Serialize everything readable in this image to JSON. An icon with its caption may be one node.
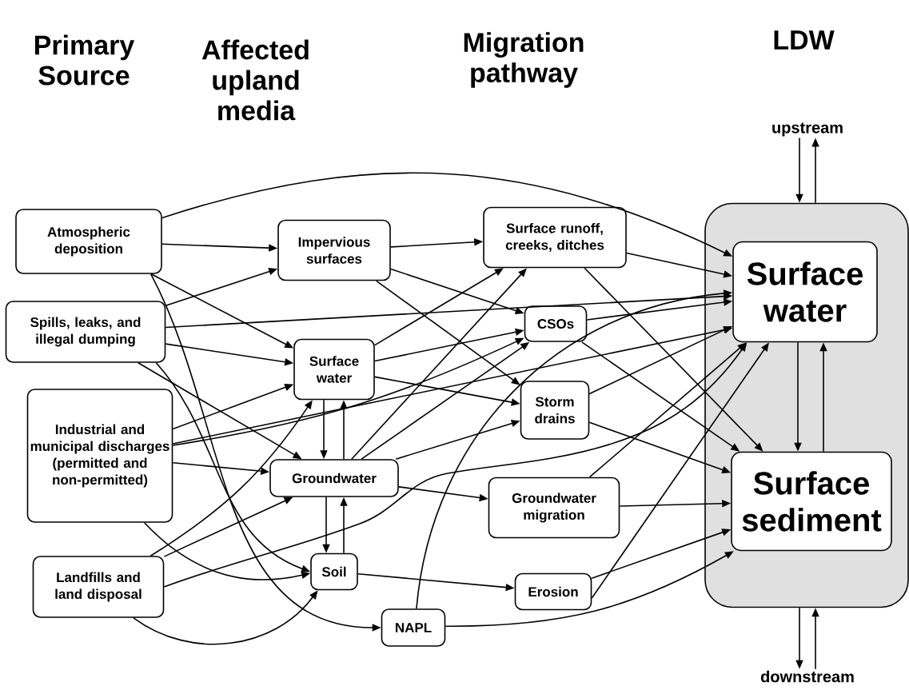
{
  "diagram": {
    "nodes": [
      {
        "text": [
          "Atmospheric deposition"
        ]
      },
      {
        "text": [
          "Spills, leaks, and illegal dumping"
        ]
      },
      {
        "text": [
          "Industrial and municipal discharges (permitted and non-permitted)"
        ]
      },
      {
        "text": [
          "Landfills and land disposal"
        ]
      },
      {
        "text": [
          "Impervious surfaces"
        ]
      },
      {
        "text": [
          "Surface water"
        ]
      },
      {
        "text": [
          "Groundwater"
        ]
      },
      {
        "text": [
          "Soil"
        ]
      },
      {
        "text": [
          "NAPL"
        ]
      },
      {
        "text": [
          "Surface runoff, creeks, ditches"
        ]
      },
      {
        "text": [
          "CSOs"
        ]
      },
      {
        "text": [
          "Storm drains"
        ]
      },
      {
        "text": [
          "Groundwater migration"
        ]
      },
      {
        "text": [
          "Erosion"
        ]
      },
      {
        "text": [],
        "shape": "box"
      },
      {
        "text": [
          "Surface water"
        ],
        "in": 14
      },
      {
        "text": [
          "Surface sediment"
        ],
        "in": 14
      },
      {
        "text": [
          "upstream"
        ]
      },
      {
        "text": [
          "downstream"
        ]
      }
    ],
    "edges": [
      {
        "from": 0,
        "to": 15,
        "arrow": "to"
      },
      {
        "from": 0,
        "to": 4,
        "arrow": "to"
      },
      {
        "from": 0,
        "to": 5,
        "arrow": "to"
      },
      {
        "from": 0,
        "to": 8,
        "arrow": "to"
      },
      {
        "from": 1,
        "to": 4,
        "arrow": "to"
      },
      {
        "from": 1,
        "to": 15,
        "arrow": "to"
      },
      {
        "from": 1,
        "to": 5,
        "arrow": "to"
      },
      {
        "from": 1,
        "to": 6,
        "arrow": "to"
      },
      {
        "from": 1,
        "to": 7,
        "arrow": "to"
      },
      {
        "from": 2,
        "to": 5,
        "arrow": "to"
      },
      {
        "from": 2,
        "to": 10,
        "arrow": "to"
      },
      {
        "from": 2,
        "to": 15,
        "arrow": "to"
      },
      {
        "from": 2,
        "to": 6,
        "arrow": "to"
      },
      {
        "from": 2,
        "to": 7,
        "arrow": "to"
      },
      {
        "from": 3,
        "to": 5,
        "arrow": "to"
      },
      {
        "from": 3,
        "to": 6,
        "arrow": "to"
      },
      {
        "from": 3,
        "to": 15,
        "arrow": "to"
      },
      {
        "from": 3,
        "to": 7,
        "arrow": "to"
      },
      {
        "from": 4,
        "to": 9,
        "arrow": "to"
      },
      {
        "from": 4,
        "to": 10,
        "arrow": "to"
      },
      {
        "from": 4,
        "to": 11,
        "arrow": "to"
      },
      {
        "from": 5,
        "to": 9,
        "arrow": "to"
      },
      {
        "from": 5,
        "to": 10,
        "arrow": "to"
      },
      {
        "from": 5,
        "to": 11,
        "arrow": "to"
      },
      {
        "from": 5,
        "to": 6,
        "arrow": "to"
      },
      {
        "from": 6,
        "to": 5,
        "arrow": "to"
      },
      {
        "from": 6,
        "to": 7,
        "arrow": "to"
      },
      {
        "from": 7,
        "to": 6,
        "arrow": "to"
      },
      {
        "from": 6,
        "to": 9,
        "arrow": "to"
      },
      {
        "from": 6,
        "to": 10,
        "arrow": "to"
      },
      {
        "from": 6,
        "to": 11,
        "arrow": "to"
      },
      {
        "from": 6,
        "to": 12,
        "arrow": "to"
      },
      {
        "from": 7,
        "to": 13,
        "arrow": "to"
      },
      {
        "from": 8,
        "to": 15,
        "arrow": "to"
      },
      {
        "from": 8,
        "to": 16,
        "arrow": "to"
      },
      {
        "from": 9,
        "to": 15,
        "arrow": "to"
      },
      {
        "from": 9,
        "to": 16,
        "arrow": "to"
      },
      {
        "from": 10,
        "to": 15,
        "arrow": "to"
      },
      {
        "from": 10,
        "to": 16,
        "arrow": "to"
      },
      {
        "from": 11,
        "to": 15,
        "arrow": "to"
      },
      {
        "from": 11,
        "to": 16,
        "arrow": "to"
      },
      {
        "from": 12,
        "to": 15,
        "arrow": "to"
      },
      {
        "from": 12,
        "to": 16,
        "arrow": "to"
      },
      {
        "from": 13,
        "to": 15,
        "arrow": "to"
      },
      {
        "from": 13,
        "to": 16,
        "arrow": "to"
      },
      {
        "from": 15,
        "to": 16,
        "arrow": "to"
      },
      {
        "from": 16,
        "to": 15,
        "arrow": "to"
      },
      {
        "from": 17,
        "to": 14,
        "arrow": "to"
      },
      {
        "from": 14,
        "to": 17,
        "arrow": "to"
      },
      {
        "from": 14,
        "to": 18,
        "arrow": "to"
      },
      {
        "from": 18,
        "to": 14,
        "arrow": "to"
      }
    ],
    "labels": [
      "Primary Source",
      "Affected upland media",
      "Migration pathway",
      "LDW"
    ]
  }
}
